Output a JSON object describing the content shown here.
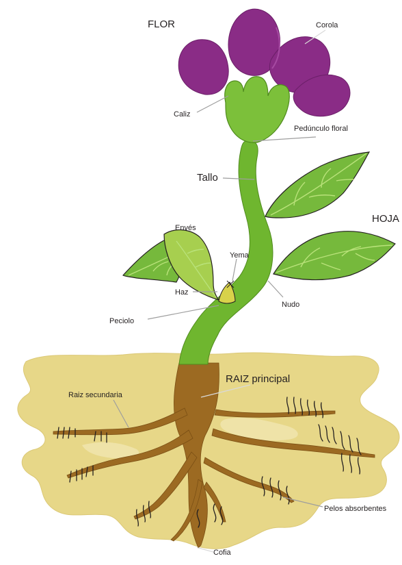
{
  "colors": {
    "soil": "#e7d788",
    "soil_edge": "#d9c56a",
    "root": "#9c6a22",
    "stem": "#6fb62f",
    "calyx": "#7cc03a",
    "corolla": "#8a2c86",
    "leaf": "#76b93c",
    "leaf_light": "#a7cf4f",
    "bud": "#d8d24a"
  },
  "labels": {
    "flor": "FLOR",
    "corola": "Corola",
    "caliz": "Caliz",
    "pedunculo": "Pedúnculo floral",
    "tallo": "Tallo",
    "hoja": "HOJA",
    "enves": "Envés",
    "yema": "Yema",
    "haz": "Haz",
    "nudo": "Nudo",
    "peciolo": "Peciolo",
    "raiz_principal": "RAIZ principal",
    "raiz_secundaria": "Raiz secundaria",
    "pelos_absorbentes": "Pelos absorbentes",
    "cofia": "Cofia"
  }
}
